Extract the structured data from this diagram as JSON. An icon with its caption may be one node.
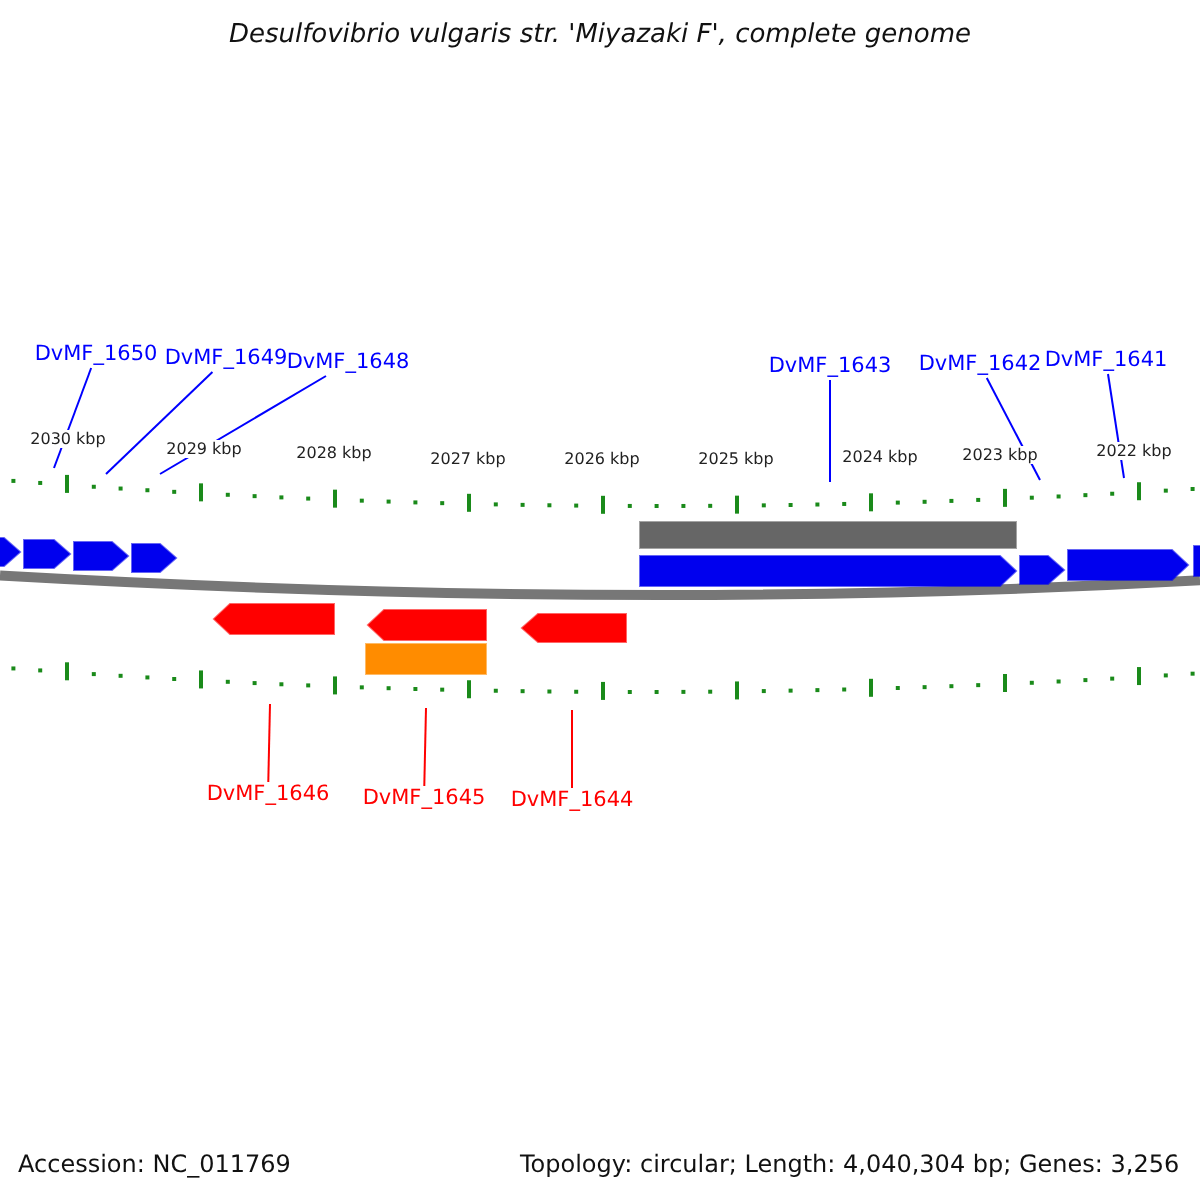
{
  "diagram": {
    "title": "Desulfovibrio vulgaris str. 'Miyazaki F', complete genome",
    "nodes": [
      {
        "text": [
          "DvMF_1650"
        ]
      },
      {
        "text": [
          "DvMF_1649"
        ]
      },
      {
        "text": [
          "DvMF_1648"
        ]
      },
      {
        "text": [
          "DvMF_1643"
        ]
      },
      {
        "text": [
          "DvMF_1642"
        ]
      },
      {
        "text": [
          "DvMF_1641"
        ]
      },
      {
        "text": [
          "DvMF_1646"
        ]
      },
      {
        "text": [
          "DvMF_1645"
        ]
      },
      {
        "text": [
          "DvMF_1644"
        ]
      }
    ],
    "edges": [
      {
        "from": 0,
        "to": null,
        "arrow": "none"
      },
      {
        "from": 1,
        "to": null,
        "arrow": "none"
      },
      {
        "from": 2,
        "to": null,
        "arrow": "none"
      },
      {
        "from": 3,
        "to": null,
        "arrow": "none"
      },
      {
        "from": 4,
        "to": null,
        "arrow": "none"
      },
      {
        "from": 5,
        "to": null,
        "arrow": "none"
      },
      {
        "from": 6,
        "to": null,
        "arrow": "none",
        "color": "#ff0000"
      },
      {
        "from": 7,
        "to": null,
        "arrow": "none",
        "color": "#ff0000"
      },
      {
        "from": 8,
        "to": null,
        "arrow": "none",
        "color": "#ff0000"
      }
    ],
    "labels": [
      "2030 kbp",
      "2029 kbp",
      "2028 kbp",
      "2027 kbp",
      "2026 kbp",
      "2025 kbp",
      "2024 kbp",
      "2023 kbp",
      "2022 kbp",
      "Accession: NC_011769",
      "Topology: circular; Length: 4,040,304 bp; Genes: 3,256"
    ]
  }
}
